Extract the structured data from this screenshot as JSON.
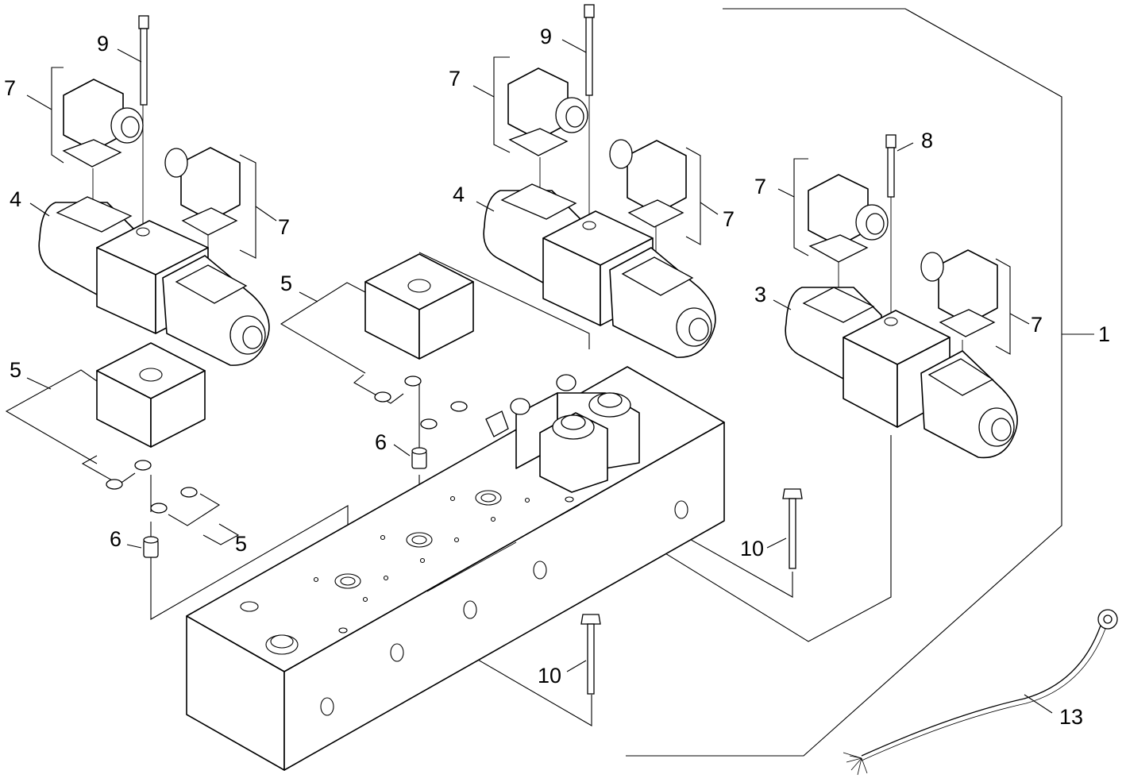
{
  "callouts": {
    "c1": "1",
    "c3": "3",
    "c4a": "4",
    "c4b": "4",
    "c5a": "5",
    "c5b": "5",
    "c5c": "5",
    "c6a": "6",
    "c6b": "6",
    "c7a": "7",
    "c7b": "7",
    "c7c": "7",
    "c7d": "7",
    "c7e": "7",
    "c7f": "7",
    "c8": "8",
    "c9a": "9",
    "c9b": "9",
    "c10a": "10",
    "c10b": "10",
    "c13": "13"
  }
}
